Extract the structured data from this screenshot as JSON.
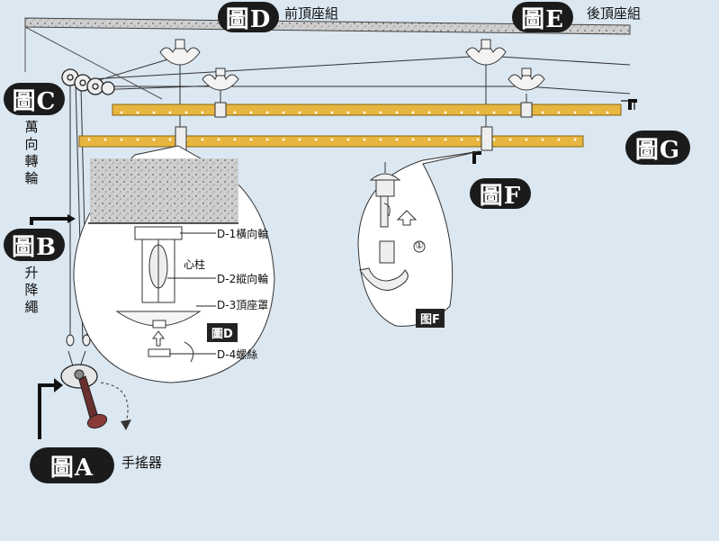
{
  "labels": {
    "fig_d": "圖D",
    "fig_d_text": "前頂座組",
    "fig_e": "圖E",
    "fig_e_text": "後頂座組",
    "fig_c": "圖C",
    "fig_c_text": "萬向轉輪",
    "fig_b": "圖B",
    "fig_b_text": "升降繩",
    "fig_a": "圖A",
    "fig_a_text": "手搖器",
    "fig_g": "圖G",
    "fig_f": "圖F"
  },
  "detail_d": {
    "d1": "D-1橫向輪",
    "center": "心柱",
    "d2": "D-2縱向輪",
    "d3": "D-3頂座罩",
    "tag": "圖D",
    "d4": "D-4螺絲"
  },
  "detail_f": {
    "step": "①",
    "tag": "图F"
  },
  "colors": {
    "background": "#dbe7f1",
    "rod": "#e7b640",
    "tag": "#1b1b1b",
    "ceiling": "#b9b9b9"
  }
}
